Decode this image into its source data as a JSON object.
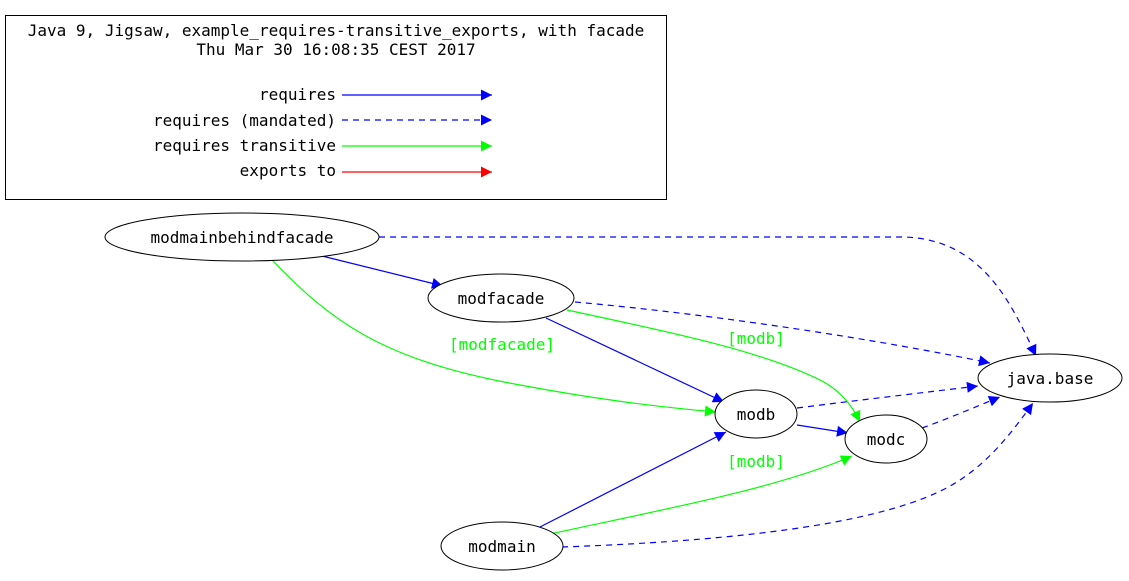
{
  "legend": {
    "title": "Java 9, Jigsaw, example_requires-transitive_exports, with facade",
    "subtitle": "Thu Mar 30 16:08:35 CEST 2017",
    "items": [
      {
        "label": "requires",
        "color": "#0000ff",
        "style": "solid"
      },
      {
        "label": "requires (mandated)",
        "color": "#0000ff",
        "style": "dashed"
      },
      {
        "label": "requires transitive",
        "color": "#00ff00",
        "style": "solid"
      },
      {
        "label": "exports to",
        "color": "#ff0000",
        "style": "solid"
      }
    ]
  },
  "nodes": {
    "modmainbehindfacade": "modmainbehindfacade",
    "modfacade": "modfacade",
    "modb": "modb",
    "modc": "modc",
    "modmain": "modmain",
    "java_base": "java.base"
  },
  "edges": [
    {
      "from": "modmainbehindfacade",
      "to": "modfacade",
      "type": "requires"
    },
    {
      "from": "modmainbehindfacade",
      "to": "java.base",
      "type": "requires (mandated)"
    },
    {
      "from": "modmainbehindfacade",
      "to": "modb",
      "type": "requires transitive",
      "label": "[modfacade]"
    },
    {
      "from": "modfacade",
      "to": "modb",
      "type": "requires"
    },
    {
      "from": "modfacade",
      "to": "java.base",
      "type": "requires (mandated)"
    },
    {
      "from": "modfacade",
      "to": "modc",
      "type": "requires transitive",
      "label": "[modb]"
    },
    {
      "from": "modb",
      "to": "modc",
      "type": "requires"
    },
    {
      "from": "modb",
      "to": "java.base",
      "type": "requires (mandated)"
    },
    {
      "from": "modc",
      "to": "java.base",
      "type": "requires (mandated)"
    },
    {
      "from": "modmain",
      "to": "modb",
      "type": "requires"
    },
    {
      "from": "modmain",
      "to": "modc",
      "type": "requires transitive",
      "label": "[modb]"
    },
    {
      "from": "modmain",
      "to": "java.base",
      "type": "requires (mandated)"
    }
  ],
  "colors": {
    "requires": "#0000ff",
    "transitive": "#00ff00",
    "exports": "#ff0000",
    "node_stroke": "#000000"
  }
}
